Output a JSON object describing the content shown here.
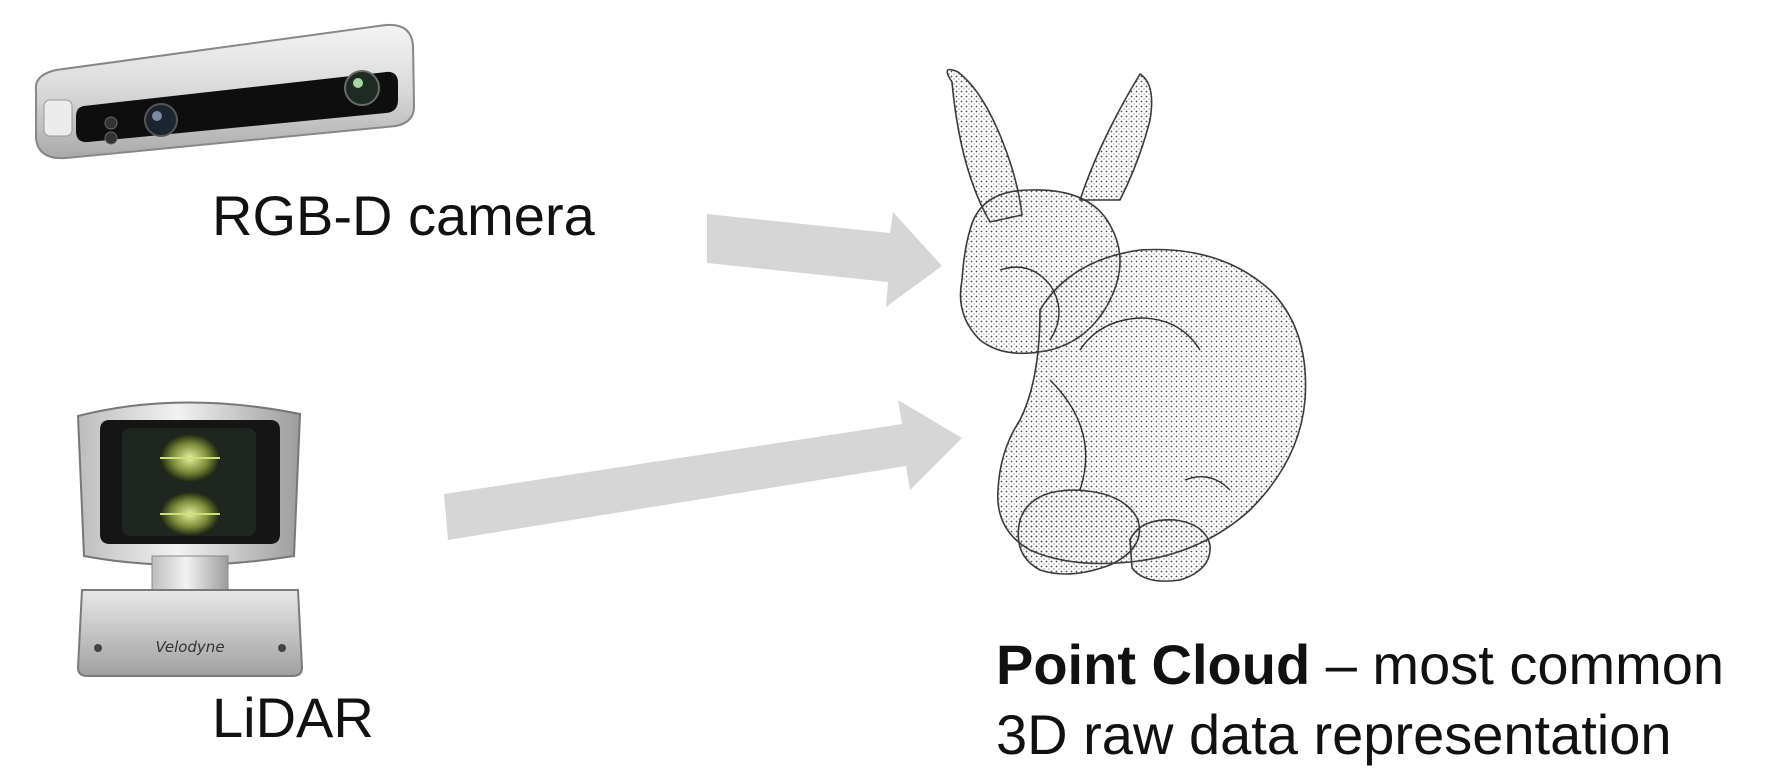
{
  "devices": {
    "rgbd": {
      "label": "RGB-D camera"
    },
    "lidar": {
      "label": "LiDAR",
      "brand": "Velodyne"
    }
  },
  "output": {
    "title": "Point Cloud",
    "dash": " – ",
    "line1_rest": "most common",
    "line2": "3D raw data representation"
  },
  "colors": {
    "arrow": "#d6d6d6",
    "text": "#111111",
    "points": "#4a4a4a"
  },
  "icons": {
    "rgbd": "rgbd-camera-icon",
    "lidar": "lidar-sensor-icon",
    "bunny": "point-cloud-bunny"
  }
}
